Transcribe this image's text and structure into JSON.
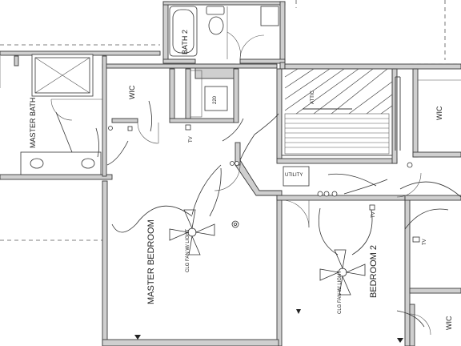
{
  "rooms": {
    "bath2": "BATH 2",
    "master_bath": "MASTER BATH",
    "wic_1": "WIC",
    "wic_2": "WIC",
    "wic_3": "WIC",
    "master_bedroom": "MASTER BEDROOM",
    "bedroom2": "BEDROOM 2",
    "utility": "UTILITY"
  },
  "labels": {
    "fan_light_1": "CLG FAN W/ LIGHT",
    "fan_light_2": "CLG FAN W/ LIGHT",
    "panel": "220",
    "tv_1": "TV",
    "tv_2": "TV",
    "tv_3": "TV",
    "attic": "ATTIC"
  }
}
